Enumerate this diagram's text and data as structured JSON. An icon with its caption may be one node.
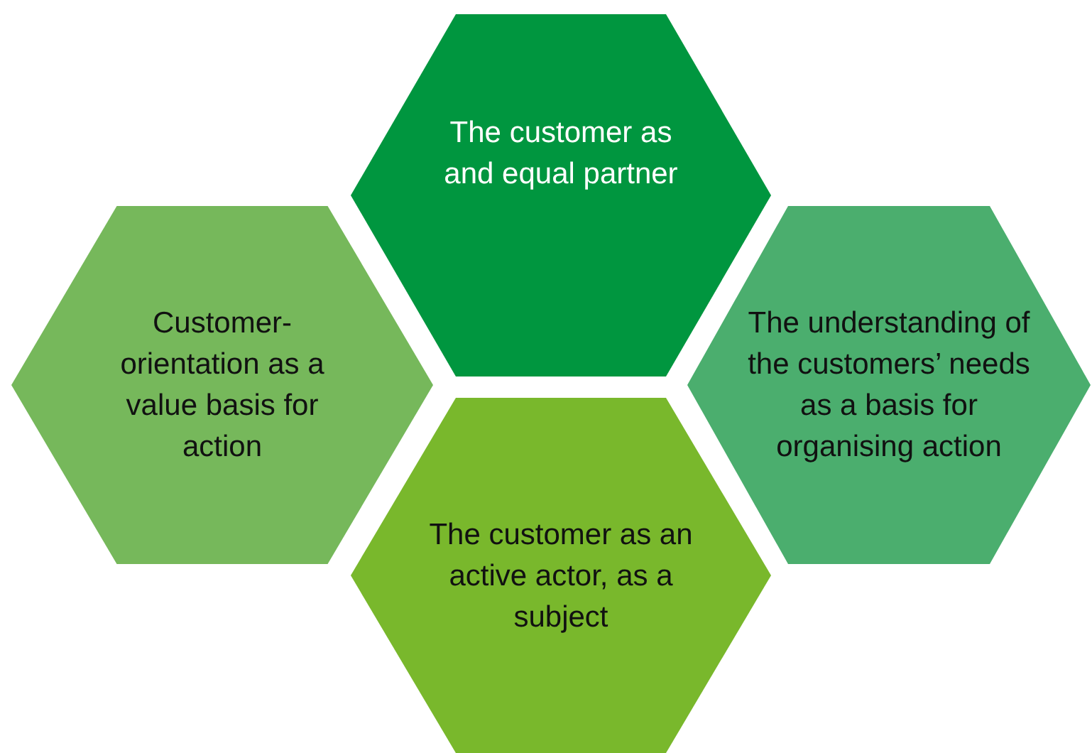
{
  "diagram": {
    "nodes": [
      {
        "text": [
          "The customer as and equal partner"
        ]
      },
      {
        "text": [
          "Customer- orientation as a value basis for action"
        ]
      },
      {
        "text": [
          "The understanding of the customers’ needs as a basis for organising action"
        ]
      },
      {
        "text": [
          "The customer as an active actor, as a subject"
        ]
      }
    ]
  }
}
